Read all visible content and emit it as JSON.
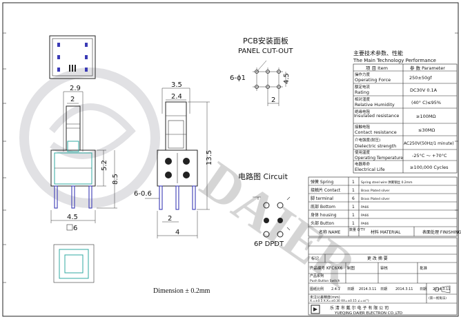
{
  "dims": {
    "d29": "2.9",
    "d2a": "2",
    "d52": "5.2",
    "d85": "8.5",
    "d45": "4.5",
    "d35": "3.5",
    "d24": "2.4",
    "d135": "13.5",
    "d606": "6-0.6",
    "d2b": "2",
    "d4": "4",
    "box6": "6",
    "hole": "6-ϕ1",
    "d45b": "4.5",
    "d2c": "2"
  },
  "panel": {
    "title_cn": "PCB安装面板",
    "title_en": "PANEL CUT-OUT"
  },
  "circuit": {
    "title": "电路图 Circuit",
    "type": "6P DPDT"
  },
  "dimension_note": "Dimension ± 0.2mm",
  "spec": {
    "title_cn": "主要技术参数、性能",
    "title_en": "The Main Technology Performance",
    "head_item": "项 目 Item",
    "head_param": "参 数 Parameter",
    "rows": [
      {
        "cn": "操作力度",
        "en": "Operating Force",
        "val": "250±50gf"
      },
      {
        "cn": "额定电流",
        "en": "Rating",
        "val": "DC30V 0.1A"
      },
      {
        "cn": "相对湿度",
        "en": "Relative Humidity",
        "val": "(40° C)≤95%"
      },
      {
        "cn": "绝缘电阻",
        "en": "Insulated resistance",
        "val": "≥100MΩ"
      },
      {
        "cn": "接触电阻",
        "en": "Contact resistance",
        "val": "≤30MΩ"
      },
      {
        "cn": "介电强度(耐压)",
        "en": "Dielectric strength",
        "val": "AC250V(50Hz/1 minute)"
      },
      {
        "cn": "使用温度",
        "en": "Operating Temperature",
        "val": "-25°C ～ +70°C"
      },
      {
        "cn": "电器寿命",
        "en": "Electrical Life",
        "val": "≥100,000 Cycles"
      }
    ]
  },
  "parts": {
    "rows": [
      {
        "name": "弹簧 Spring",
        "qty": "1",
        "material": "Spring steel wire 弹簧钢丝 0.2mm"
      },
      {
        "name": "接触片 Contact",
        "qty": "1",
        "material": "Brass Plated silver"
      },
      {
        "name": "脚 terminal",
        "qty": "6",
        "material": "Brass Plated silver"
      },
      {
        "name": "底部 Bottom",
        "qty": "1",
        "material": "PA66"
      },
      {
        "name": "身体 housing",
        "qty": "1",
        "material": "PA66"
      },
      {
        "name": "头部 Button",
        "qty": "1",
        "material": "PA66"
      }
    ],
    "head_name": "名称 NAME",
    "head_qty": "数量 Q'TY",
    "head_material": "材料 MATERIAL",
    "head_finish": "表面处理 FINISHING"
  },
  "title_block": {
    "mark": "标记",
    "change_record": "更 改 摘 要",
    "product_no_label": "产品编号",
    "product_no": "KFC6X6",
    "series_label": "产品系列",
    "series": "Push Button Switch",
    "drawn": "制图",
    "checked": "审核",
    "approved": "批准",
    "scale_label": "图纸比例",
    "scale": "2.4:1",
    "date_label": "日期",
    "date1": "2014.3.11",
    "date2": "2014.3.11",
    "date3": "2014.3.11",
    "tolerance_title": "未注公差精度(mm)",
    "tolerance": "X.=±0.5  X.X=±0.30  XX=±0.15  ∠=±(°)",
    "projection": "(第一视角法)",
    "company_cn": "乐 清 市 戴 尔 电 子 有 限 公 司",
    "company_en": "YUEQING DAIER ELECTRON CO.,LTD",
    "watermark": "DAIER"
  }
}
